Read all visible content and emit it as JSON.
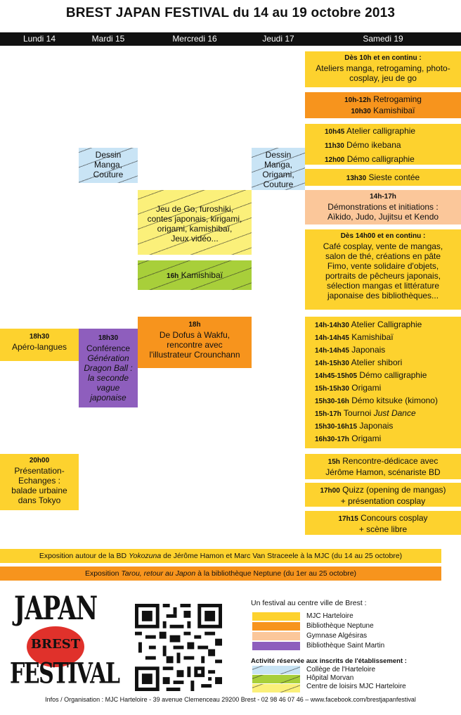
{
  "title": "BREST JAPAN FESTIVAL du 14 au 19 octobre 2013",
  "days": [
    "Lundi 14",
    "Mardi 15",
    "Mercredi 16",
    "Jeudi 17",
    "Samedi 19"
  ],
  "saturday": {
    "b1_l1": "Dès 10h et en continu :",
    "b1_l2": "Ateliers manga, retrogaming, photo-",
    "b1_l3": "cosplay, jeu de go",
    "b2_t1": "10h-12h",
    "b2_l1": "Retrogaming",
    "b2_t2": "10h30",
    "b2_l2": "Kamishibaï",
    "b3": [
      {
        "time": "10h45",
        "label": "Atelier calligraphie"
      },
      {
        "time": "11h30",
        "label": "Démo ikebana"
      },
      {
        "time": "12h00",
        "label": "Démo calligraphie"
      }
    ],
    "b4_t": "13h30",
    "b4_l": "Sieste contée",
    "b5_t": "14h-17h",
    "b5_l1": "Démonstrations et initiations :",
    "b5_l2": "Aïkido, Judo, Jujitsu et Kendo",
    "b6_t": "Dès 14h00 et en continu :",
    "b6_lines": [
      "Café cosplay, vente de mangas,",
      "salon de thé, créations en pâte",
      "Fimo, vente solidaire d'objets,",
      "portraits de pêcheurs japonais,",
      "sélection mangas et littérature",
      "japonaise des bibliothèques..."
    ],
    "b7": [
      {
        "time": "14h-14h30",
        "label": "Atelier Calligraphie"
      },
      {
        "time": "14h-14h45",
        "label": "Kamishibaï"
      },
      {
        "time": "14h-14h45",
        "label": "Japonais"
      },
      {
        "time": "14h-15h30",
        "label": "Atelier shibori"
      },
      {
        "time": "14h45-15h05",
        "label": "Démo calligraphie"
      },
      {
        "time": "15h-15h30",
        "label": "Origami"
      },
      {
        "time": "15h30-16h",
        "label": "Démo kitsuke (kimono)"
      },
      {
        "time": "15h-17h",
        "label": "Tournoi ",
        "label_it": "Just Dance"
      },
      {
        "time": "15h30-16h15",
        "label": "Japonais"
      },
      {
        "time": "16h30-17h",
        "label": "Origami"
      }
    ],
    "b8_t": "15h",
    "b8_l1": "Rencontre-dédicace avec",
    "b8_l2": "Jérôme Hamon, scénariste BD",
    "b9_t": "17h00",
    "b9_l1": "Quizz (opening de mangas)",
    "b9_l2": "+ présentation cosplay",
    "b10_t": "17h15",
    "b10_l1": "Concours cosplay",
    "b10_l2": "+ scène libre"
  },
  "monday": {
    "apero_t": "18h30",
    "apero_l": "Apéro-langues",
    "pres_t": "20h00",
    "pres_lines": [
      "Présentation-",
      "Echanges :",
      "balade urbaine",
      "dans Tokyo"
    ]
  },
  "tuesday": {
    "dessin_lines": [
      "Dessin",
      "Manga,",
      "Couture"
    ],
    "conf_t": "18h30",
    "conf_l": "Conférence",
    "conf_it": [
      "Génération",
      "Dragon Ball :",
      "la seconde",
      "vague",
      "japonaise"
    ]
  },
  "wednesday": {
    "jeux_lines": [
      "Jeu de Go, furoshiki,",
      "contes japonais, kirigami,",
      "origami, kamishibaï,",
      "Jeux vidéo..."
    ],
    "kami_t": "16h",
    "kami_l": "Kamishibaï",
    "dofus_t": "18h",
    "dofus_lines": [
      "De Dofus à Wakfu,",
      "rencontre avec",
      "l'illustrateur Crounchann"
    ]
  },
  "thursday": {
    "dessin_lines": [
      "Dessin",
      "Manga,",
      "Origami,",
      "Couture"
    ]
  },
  "expo1_a": "Exposition autour de la BD ",
  "expo1_it": "Yokozuna",
  "expo1_b": " de Jérôme Hamon et Marc Van Straceele à la MJC (du 14 au 25 octobre)",
  "expo2_a": "Exposition ",
  "expo2_it": "Tarou, retour au Japon",
  "expo2_b": " à la bibliothèque Neptune (du 1er au 25 octobre)",
  "legend": {
    "heading": "Un festival au centre ville de Brest :",
    "items": [
      "MJC Harteloire",
      "Bibliothèque Neptune",
      "Gymnase Algésiras",
      "Bibliothèque Saint Martin"
    ],
    "reserved_heading": "Activité réservée aux inscrits de l'établissement :",
    "reserved": [
      "Collège de l'Harteloire",
      "Hôpital Morvan",
      "Centre de loisirs MJC Harteloire"
    ]
  },
  "colors": {
    "mjc": "#fdd22e",
    "neptune": "#f7941d",
    "gymnase": "#fbc79a",
    "saint_martin": "#8e5ebd",
    "college": "#c9e4f5",
    "hopital": "#a8cf3a",
    "centre_loisirs": "#fbf07a"
  },
  "logo": {
    "top": "JAPAN",
    "mid": "BREST",
    "bottom": "FESTIVAL"
  },
  "footer": "Infos / Organisation :   MJC Harteloire  -  39 avenue Clemenceau 29200 Brest  -  02 98 46 07 46 – www.facebook.com/brestjapanfestival",
  "qr_icon": "qr-code-icon"
}
